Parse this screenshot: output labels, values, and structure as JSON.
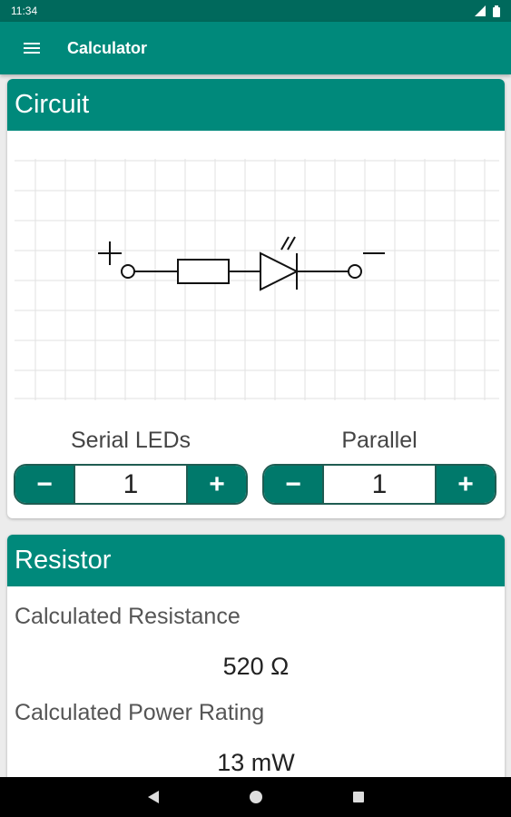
{
  "status_bar": {
    "time": "11:34"
  },
  "app_bar": {
    "title": "Calculator"
  },
  "circuit": {
    "header": "Circuit",
    "plus_symbol": "+",
    "minus_symbol": "−",
    "serial": {
      "label": "Serial LEDs",
      "value": "1",
      "minus": "−",
      "plus": "+"
    },
    "parallel": {
      "label": "Parallel",
      "value": "1",
      "minus": "−",
      "plus": "+"
    }
  },
  "resistor": {
    "header": "Resistor",
    "resistance_label": "Calculated Resistance",
    "resistance_value": "520 Ω",
    "power_label": "Calculated Power Rating",
    "power_value": "13 mW"
  },
  "colors": {
    "primary": "#00897b",
    "primary_dark": "#00695c",
    "button": "#00796b"
  },
  "icons": [
    "menu-icon",
    "signal-icon",
    "battery-icon",
    "back-icon",
    "home-icon",
    "recents-icon"
  ]
}
